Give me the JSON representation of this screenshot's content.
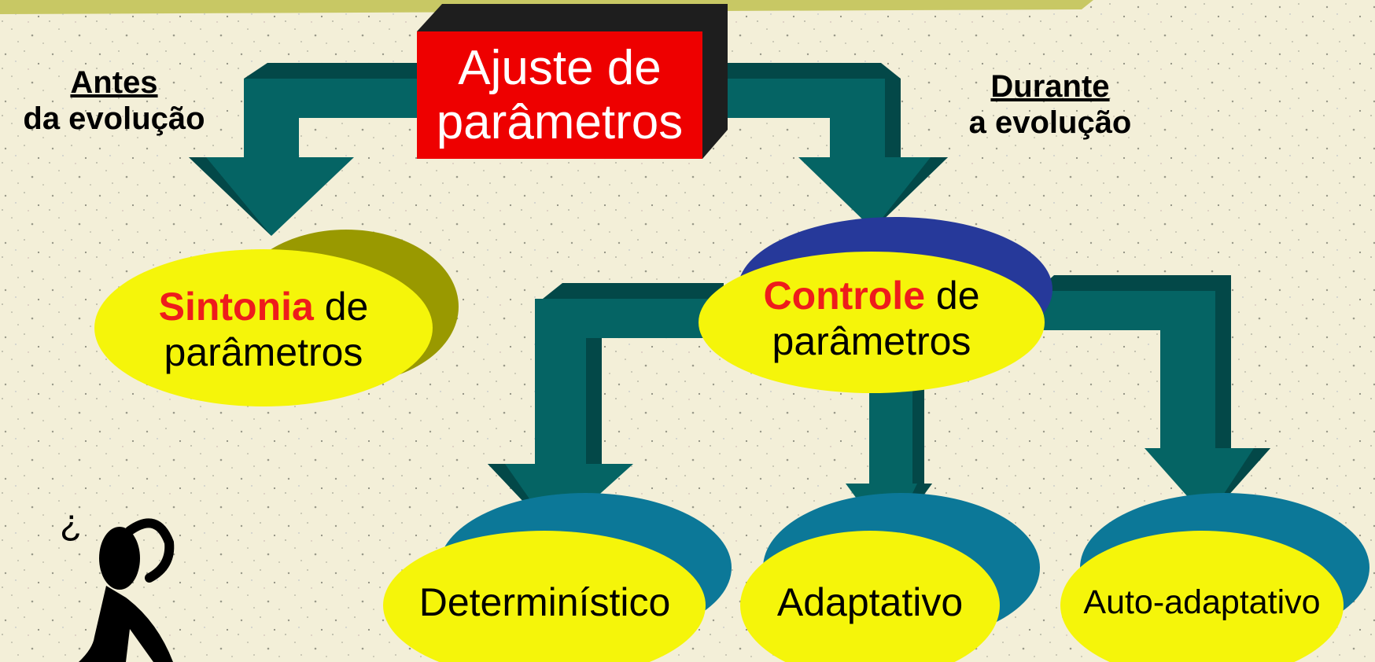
{
  "colors": {
    "background": "#f3efd8",
    "top_band": "#c8c864",
    "arrow": "#056464",
    "arrow_dark": "#034848",
    "box": "#ee0000",
    "box_shadow": "#1e1e1e",
    "oval_yellow": "#f5f50a",
    "oval_olive_shadow": "#999900",
    "oval_navy_shadow": "#26399a",
    "oval_teal_shadow": "#0c7898",
    "accent_text": "#ee1c1c"
  },
  "root": {
    "line1": "Ajuste de",
    "line2": "parâmetros"
  },
  "left_label": {
    "line1": "Antes",
    "line2": "da evolução"
  },
  "right_label": {
    "line1": "Durante",
    "line2": "a evolução"
  },
  "tuning": {
    "accent": "Sintonia",
    "rest": " de",
    "line2": "parâmetros"
  },
  "control": {
    "accent": "Controle",
    "rest": " de",
    "line2": "parâmetros"
  },
  "leaves": {
    "deterministic": "Determinístico",
    "adaptive": "Adaptativo",
    "self_adaptive": "Auto-adaptativo"
  },
  "thinker": {
    "icon": "thinking-person-icon",
    "glyph": "¿"
  }
}
